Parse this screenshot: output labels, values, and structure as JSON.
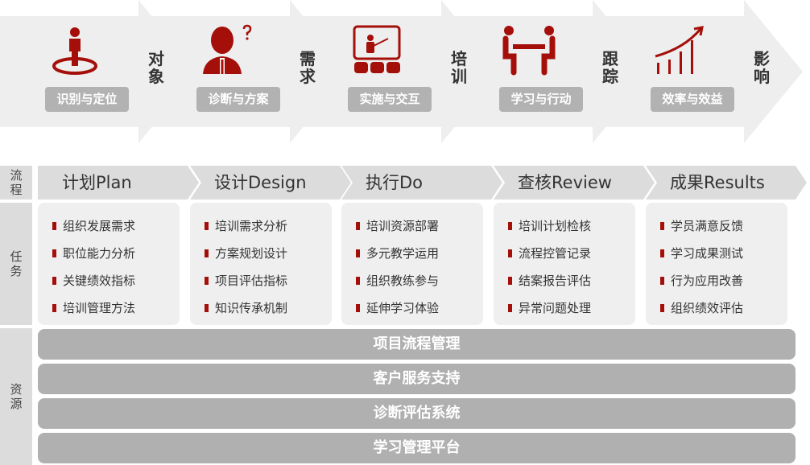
{
  "top_flow": [
    {
      "label": "识别与定位",
      "connector": "对象",
      "icon": "person-target-icon"
    },
    {
      "label": "诊断与方案",
      "connector": "需求",
      "icon": "person-question-icon"
    },
    {
      "label": "实施与交互",
      "connector": "培训",
      "icon": "presentation-board-icon"
    },
    {
      "label": "学习与行动",
      "connector": "跟踪",
      "icon": "meeting-table-icon"
    },
    {
      "label": "效率与效益",
      "connector": "影响",
      "icon": "growth-chart-icon"
    }
  ],
  "row_labels": {
    "process": "流程",
    "tasks": "任务",
    "resources": "资源"
  },
  "phases": [
    {
      "title": "计划Plan",
      "tasks": [
        "组织发展需求",
        "职位能力分析",
        "关键绩效指标",
        "培训管理方法"
      ]
    },
    {
      "title": "设计Design",
      "tasks": [
        "培训需求分析",
        "方案规划设计",
        "项目评估指标",
        "知识传承机制"
      ]
    },
    {
      "title": "执行Do",
      "tasks": [
        "培训资源部署",
        "多元教学运用",
        "组织教练参与",
        "延伸学习体验"
      ]
    },
    {
      "title": "查核Review",
      "tasks": [
        "培训计划检核",
        "流程控管记录",
        "结案报告评估",
        "异常问题处理"
      ]
    },
    {
      "title": "成果Results",
      "tasks": [
        "学员满意反馈",
        "学习成果测试",
        "行为应用改善",
        "组织绩效评估"
      ]
    }
  ],
  "resources": [
    "项目流程管理",
    "客户服务支持",
    "诊断评估系统",
    "学习管理平台"
  ],
  "colors": {
    "accent": "#a50f0a",
    "band": "#eeeeee",
    "header": "#dcdcdc",
    "bar": "#b0b0b0"
  }
}
